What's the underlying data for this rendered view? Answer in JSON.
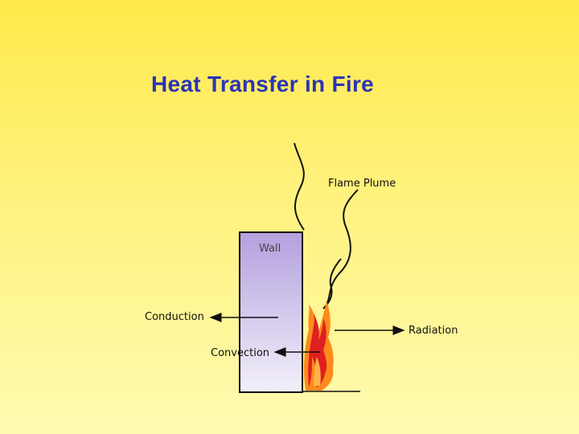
{
  "slide": {
    "title": "Heat Transfer in Fire"
  },
  "diagram": {
    "labels": {
      "flame_plume": "Flame Plume",
      "wall": "Wall",
      "conduction": "Conduction",
      "radiation": "Radiation",
      "convection": "Convection"
    },
    "colors": {
      "title": "#2b33b8",
      "wall_top": "#b3a0de",
      "wall_bottom": "#f3f0fa",
      "flame_outer": "#ff8a1e",
      "flame_inner": "#e02020"
    }
  }
}
